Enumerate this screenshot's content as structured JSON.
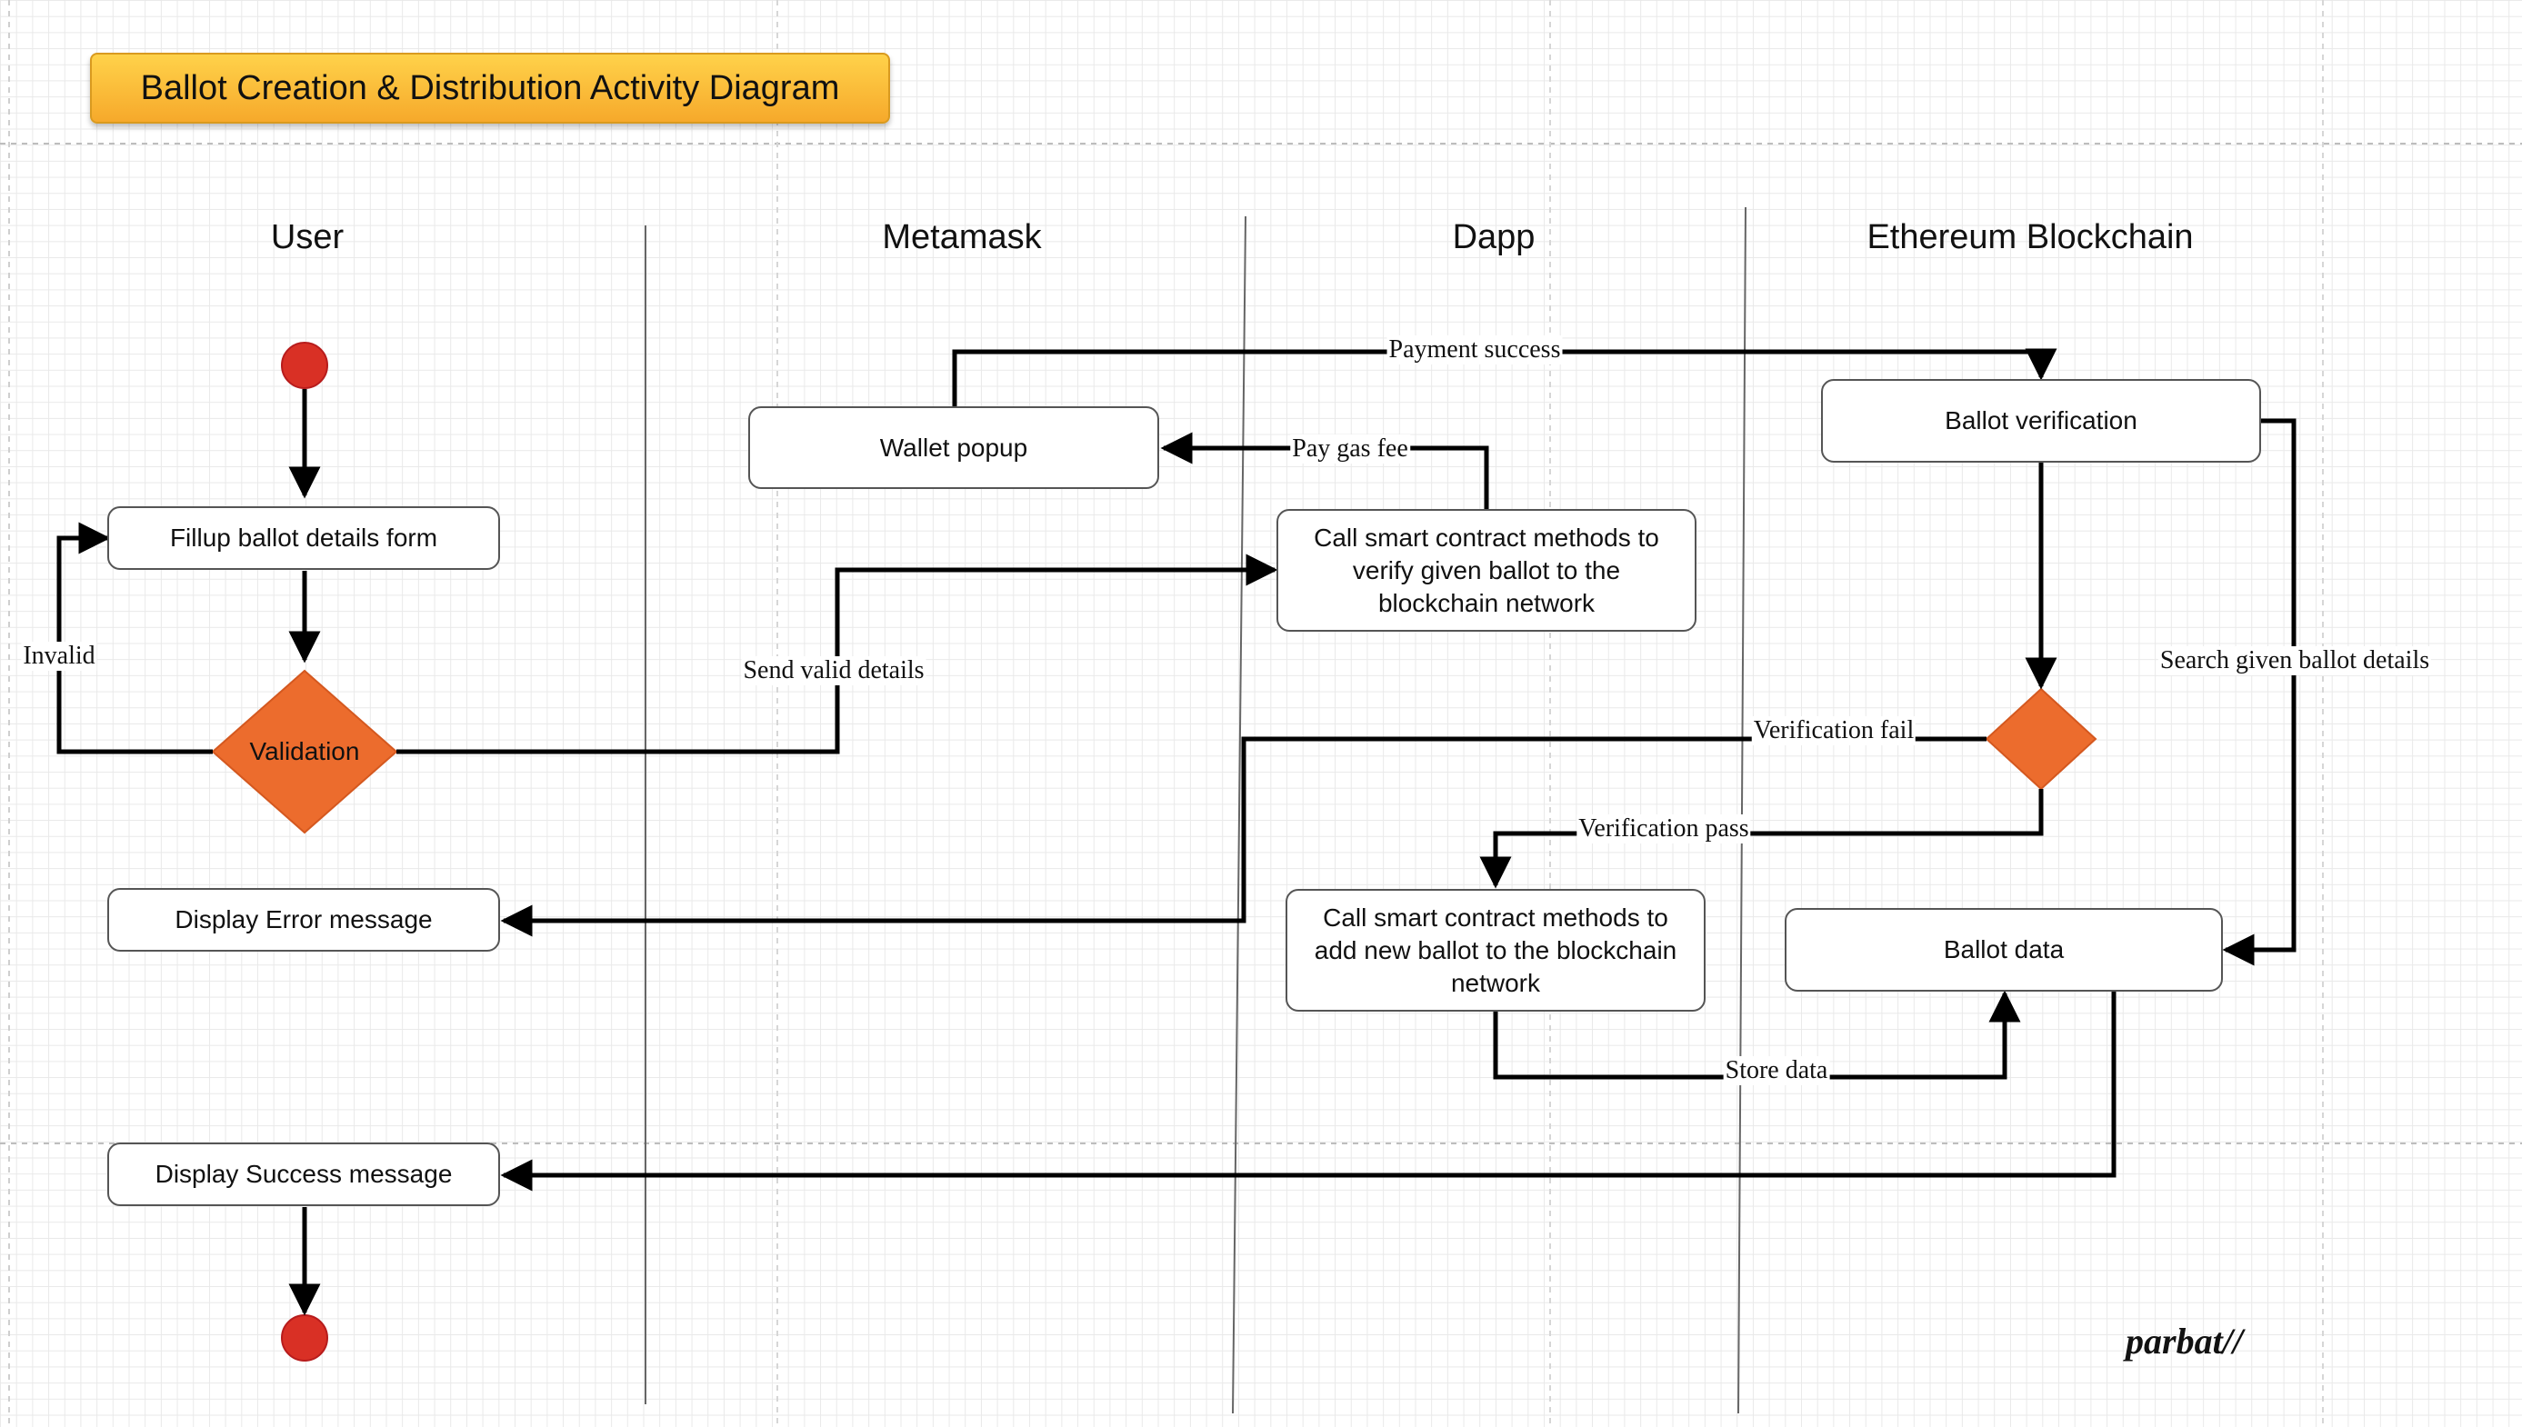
{
  "title": "Ballot Creation & Distribution Activity Diagram",
  "lanes": {
    "user": "User",
    "metamask": "Metamask",
    "dapp": "Dapp",
    "ethereum": "Ethereum Blockchain"
  },
  "nodes": {
    "fillup": "Fillup ballot details form",
    "validation": "Validation",
    "display_error": "Display Error message",
    "display_success": "Display Success message",
    "wallet_popup": "Wallet popup",
    "call_verify": "Call smart contract methods to verify given ballot to the blockchain network",
    "call_add": "Call smart contract methods to add new ballot to the blockchain network",
    "ballot_verification": "Ballot verification",
    "ballot_data": "Ballot data"
  },
  "edge_labels": {
    "invalid": "Invalid",
    "send_valid": "Send valid details",
    "pay_gas": "Pay gas fee",
    "payment_success": "Payment success",
    "verification_fail": "Verification fail",
    "verification_pass": "Verification pass",
    "search_ballot": "Search given ballot details",
    "store_data": "Store data"
  },
  "signature": "parbat//",
  "colors": {
    "decision": "#ec6c2d",
    "start_end": "#d93025",
    "title_fill": "#f8b834"
  }
}
